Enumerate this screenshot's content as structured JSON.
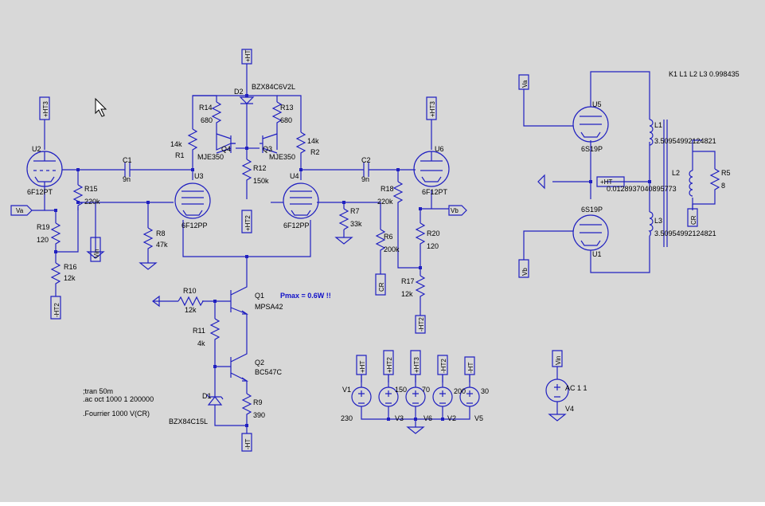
{
  "colors": {
    "background": "#d8d8d8",
    "wire": "#2020c0",
    "text": "#000000",
    "note": "#1010c8"
  },
  "icons": {
    "cursor": "mouse-pointer-icon"
  },
  "components": {
    "U2": {
      "ref": "U2",
      "model": "6F12PT"
    },
    "U3": {
      "ref": "U3",
      "model": "6F12PP"
    },
    "U4": {
      "ref": "U4",
      "model": "6F12PP"
    },
    "U6": {
      "ref": "U6",
      "model": "6F12PT"
    },
    "U5": {
      "ref": "U5",
      "model": "6S19P"
    },
    "U1": {
      "ref": "U1",
      "model": "6S19P"
    },
    "Q1": {
      "ref": "Q1",
      "model": "MPSA42"
    },
    "Q2": {
      "ref": "Q2",
      "model": "BC547C"
    },
    "Q3": {
      "ref": "Q3",
      "model": "MJE350"
    },
    "Q4": {
      "ref": "Q4",
      "model": "MJE350"
    },
    "D1": {
      "ref": "D1",
      "model": "BZX84C15L"
    },
    "D2": {
      "ref": "D2",
      "model": "BZX84C6V2L"
    },
    "C1": {
      "ref": "C1",
      "value": "9n"
    },
    "C2": {
      "ref": "C2",
      "value": "9n"
    },
    "R1": {
      "ref": "R1",
      "value": "14k"
    },
    "R2": {
      "ref": "R2",
      "value": "14k"
    },
    "R5": {
      "ref": "R5",
      "value": "8"
    },
    "R6": {
      "ref": "R6",
      "value": "200k"
    },
    "R7": {
      "ref": "R7",
      "value": "33k"
    },
    "R8": {
      "ref": "R8",
      "value": "47k"
    },
    "R9": {
      "ref": "R9",
      "value": "390"
    },
    "R10": {
      "ref": "R10",
      "value": "12k"
    },
    "R11": {
      "ref": "R11",
      "value": "4k"
    },
    "R12": {
      "ref": "R12",
      "value": "150k"
    },
    "R13": {
      "ref": "R13",
      "value": "680"
    },
    "R14": {
      "ref": "R14",
      "value": "680"
    },
    "R15": {
      "ref": "R15",
      "value": "220k"
    },
    "R16": {
      "ref": "R16",
      "value": "12k"
    },
    "R17": {
      "ref": "R17",
      "value": "12k"
    },
    "R18": {
      "ref": "R18",
      "value": "220k"
    },
    "R19": {
      "ref": "R19",
      "value": "120"
    },
    "R20": {
      "ref": "R20",
      "value": "120"
    },
    "L1": {
      "ref": "L1",
      "value": "3.50954992124821"
    },
    "L2": {
      "ref": "L2",
      "value": "0.0128937040895773"
    },
    "L3": {
      "ref": "L3",
      "value": "3.50954992124821"
    },
    "V1": {
      "ref": "V1",
      "value": "230"
    },
    "V2": {
      "ref": "V2",
      "value": "70"
    },
    "V3": {
      "ref": "V3",
      "value": "150"
    },
    "V4": {
      "ref": "V4",
      "value": "AC 1 1"
    },
    "V5": {
      "ref": "V5",
      "value": "30"
    },
    "V6": {
      "ref": "V6",
      "value": "200"
    }
  },
  "nets": {
    "ht": "+HT",
    "ht2": "+HT2",
    "ht3": "+HT3",
    "mht": "-HT",
    "mht2": "-HT2",
    "va": "Va",
    "vb": "Vb",
    "vin": "Vin",
    "cr": "CR"
  },
  "directives": {
    "coupling": "K1 L1 L2 L3 0.998435",
    "tran": ";tran 50m",
    "ac": ".ac oct 1000 1 200000",
    "four": ".Fourrier 1000 V(CR)"
  },
  "notes": {
    "pmax": "Pmax = 0.6W !!"
  }
}
